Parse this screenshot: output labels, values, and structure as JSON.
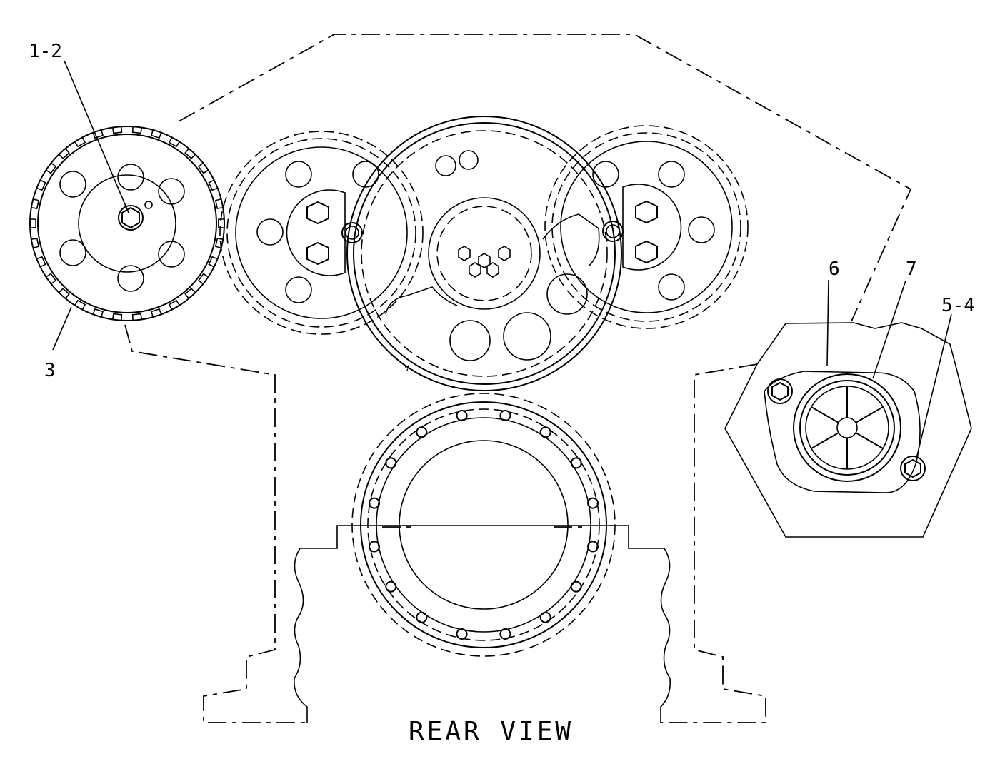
{
  "callouts": {
    "c12": "1-2",
    "c3": "3",
    "c6": "6",
    "c7": "7",
    "c54": "5-4"
  },
  "view_title": "REAR VIEW"
}
